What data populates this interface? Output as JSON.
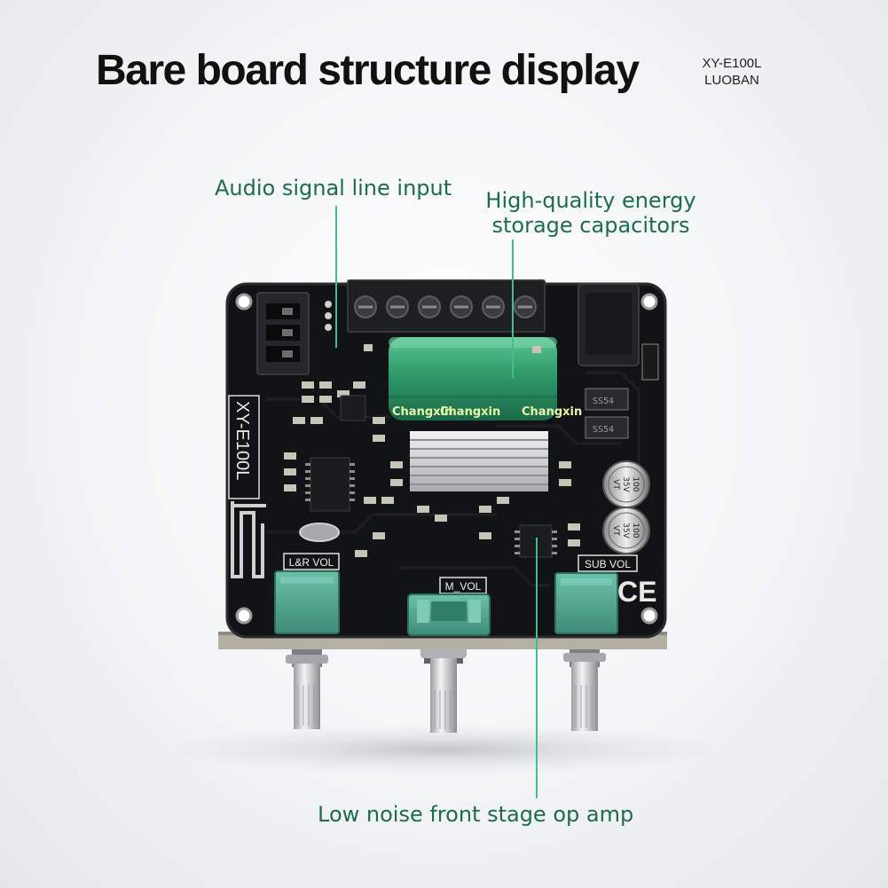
{
  "header": {
    "title": "Bare board structure display",
    "model_line1": "XY-E100L",
    "model_line2": "LUOBAN"
  },
  "callouts": {
    "audio_input": "Audio signal line input",
    "capacitors_line1": "High-quality energy",
    "capacitors_line2": "storage capacitors",
    "op_amp": "Low noise front stage op amp"
  },
  "board": {
    "silkscreen_model": "XY-E100L",
    "capacitor_brand": "Changxin",
    "label_lr_vol": "L&R VOL",
    "label_m_vol": "M_VOL",
    "label_sub_vol": "SUB VOL",
    "ce_mark": "CE",
    "small_cap_text_a": "100",
    "small_cap_text_b": "35V",
    "small_cap_text_c": "VT",
    "diode_text": "SS54"
  },
  "colors": {
    "callout_green": "#1e6b4f",
    "pcb_black": "#121314",
    "capacitor_green": "#2e9a6a",
    "pot_teal": "#4a9e8a",
    "silkscreen": "#e8e8e8"
  }
}
